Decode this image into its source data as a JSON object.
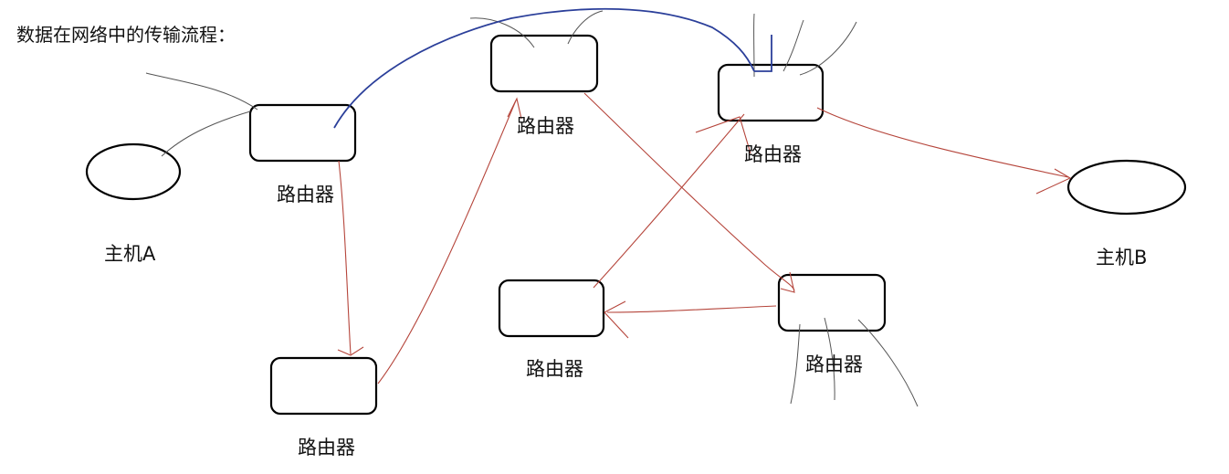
{
  "title": "数据在网络中的传输流程：",
  "hosts": {
    "a": "主机A",
    "b": "主机B"
  },
  "routers": {
    "r1": "路由器",
    "r2": "路由器",
    "r3": "路由器",
    "r4": "路由器",
    "r5": "路由器",
    "r6": "路由器"
  },
  "colors": {
    "outline": "#000000",
    "red_path": "#b5453b",
    "blue_path": "#2b3f9a",
    "gray_line": "#555555"
  }
}
